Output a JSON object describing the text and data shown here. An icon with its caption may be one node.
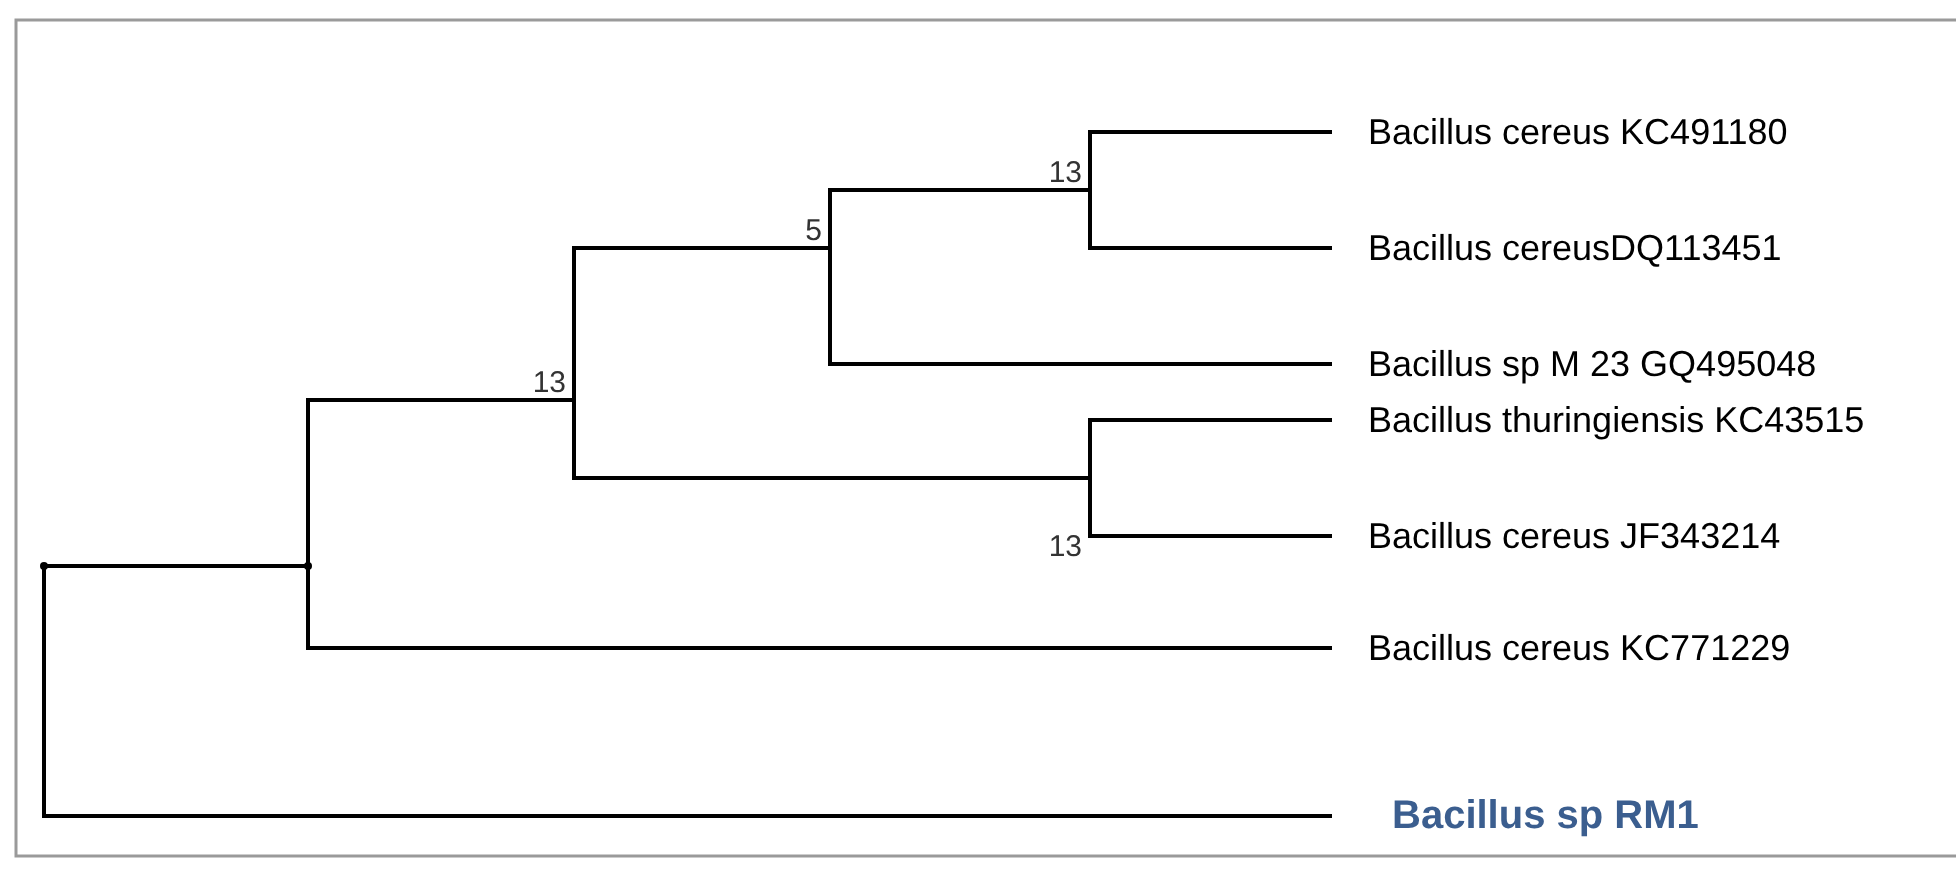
{
  "diagram": {
    "nodes": [
      {
        "text": [
          "13"
        ]
      },
      {
        "text": [
          "Bacillus cereus KC491180"
        ]
      },
      {
        "text": [
          "Bacillus cereusDQ113451"
        ]
      },
      {
        "text": [
          "5"
        ]
      },
      {
        "text": [
          "Bacillus sp M 23 GQ495048"
        ]
      },
      {
        "text": [
          "13"
        ]
      },
      {
        "text": [
          "Bacillus thuringiensis KC43515"
        ]
      },
      {
        "text": [
          "13"
        ]
      },
      {
        "text": [
          "Bacillus cereus JF343214"
        ]
      },
      {
        "text": [],
        "shape": "point"
      },
      {
        "text": [
          "Bacillus cereus KC771229"
        ]
      },
      {
        "text": [],
        "shape": "point"
      },
      {
        "text": [
          "Bacillus sp RM1"
        ]
      }
    ],
    "edges": [
      {
        "from": 9,
        "to": 11,
        "arrow": "none"
      },
      {
        "from": 9,
        "to": 12,
        "arrow": "none"
      },
      {
        "from": 11,
        "to": 5,
        "arrow": "none"
      },
      {
        "from": 11,
        "to": 10,
        "arrow": "none"
      },
      {
        "from": 5,
        "to": 3,
        "arrow": "none"
      },
      {
        "from": 5,
        "to": 7,
        "arrow": "none"
      },
      {
        "from": 3,
        "to": 0,
        "arrow": "none"
      },
      {
        "from": 3,
        "to": 4,
        "arrow": "none"
      },
      {
        "from": 0,
        "to": 1,
        "arrow": "none"
      },
      {
        "from": 0,
        "to": 2,
        "arrow": "none"
      },
      {
        "from": 7,
        "to": 6,
        "arrow": "none"
      },
      {
        "from": 7,
        "to": 8,
        "arrow": "none"
      }
    ]
  }
}
